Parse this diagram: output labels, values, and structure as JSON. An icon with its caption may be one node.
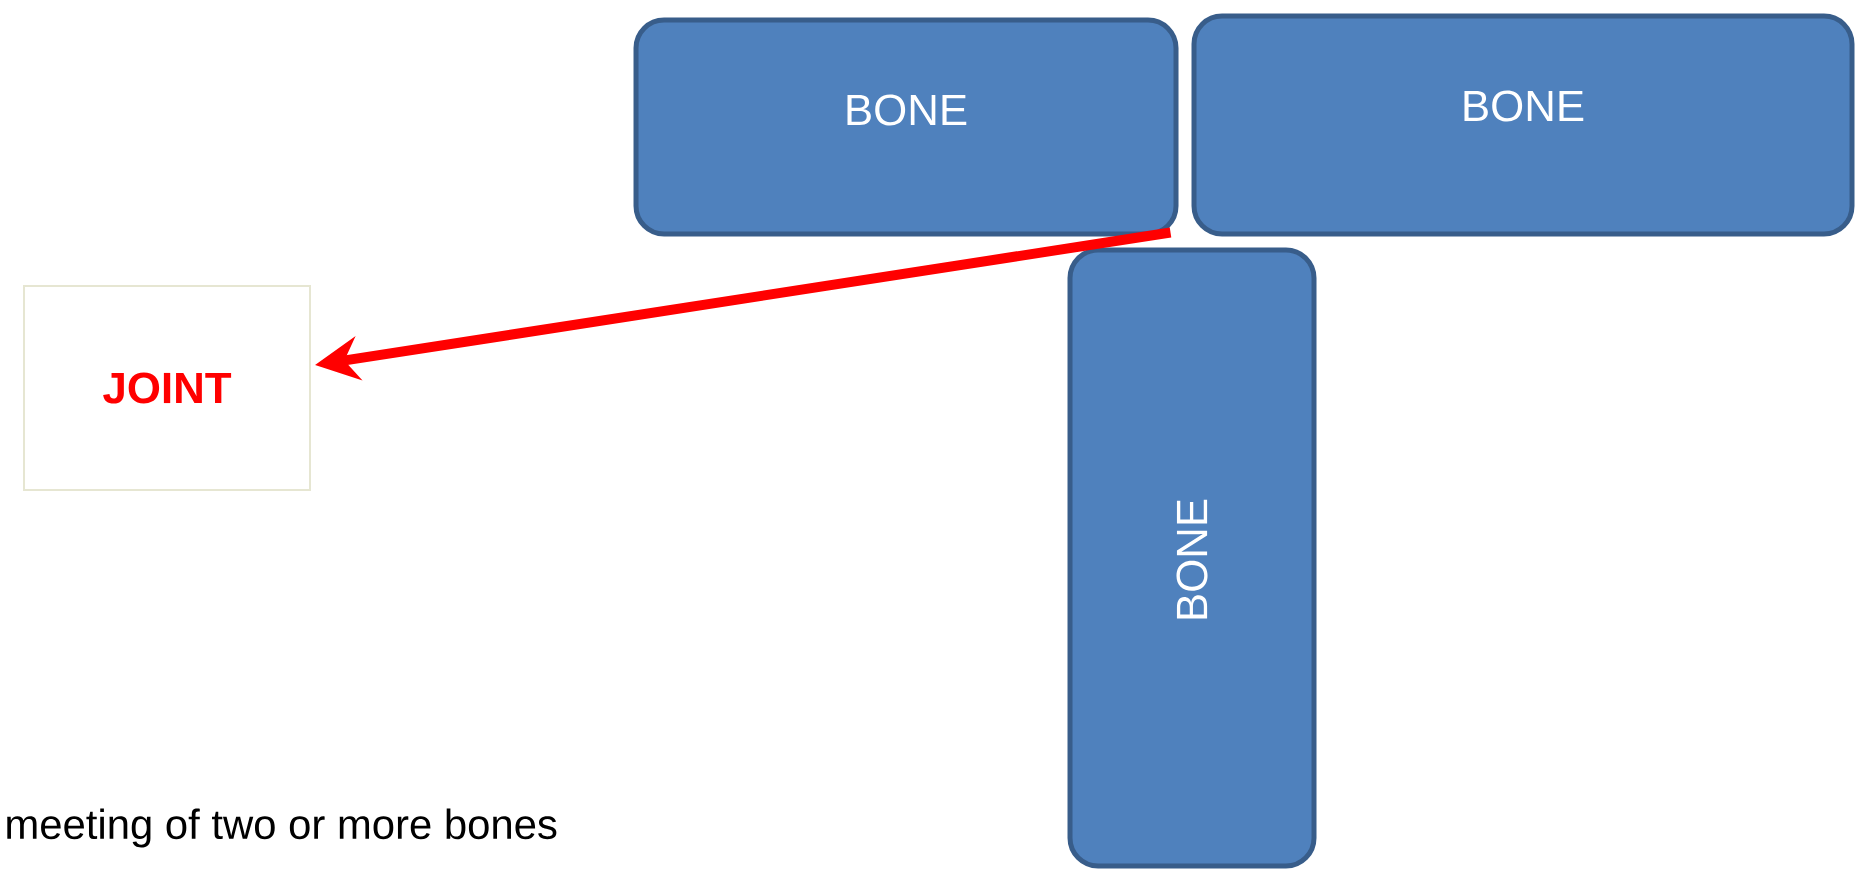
{
  "diagram": {
    "nodes": [
      {
        "text": [
          "BONE"
        ]
      },
      {
        "text": [
          "BONE"
        ]
      },
      {
        "text": [
          "JOINT"
        ]
      },
      {
        "text": [
          "BONE"
        ]
      }
    ],
    "edges": [
      {
        "from": 0,
        "to": 2,
        "arrow": "to",
        "color": "#ff0000"
      }
    ],
    "labels": [
      "meeting of two or more bones"
    ]
  }
}
